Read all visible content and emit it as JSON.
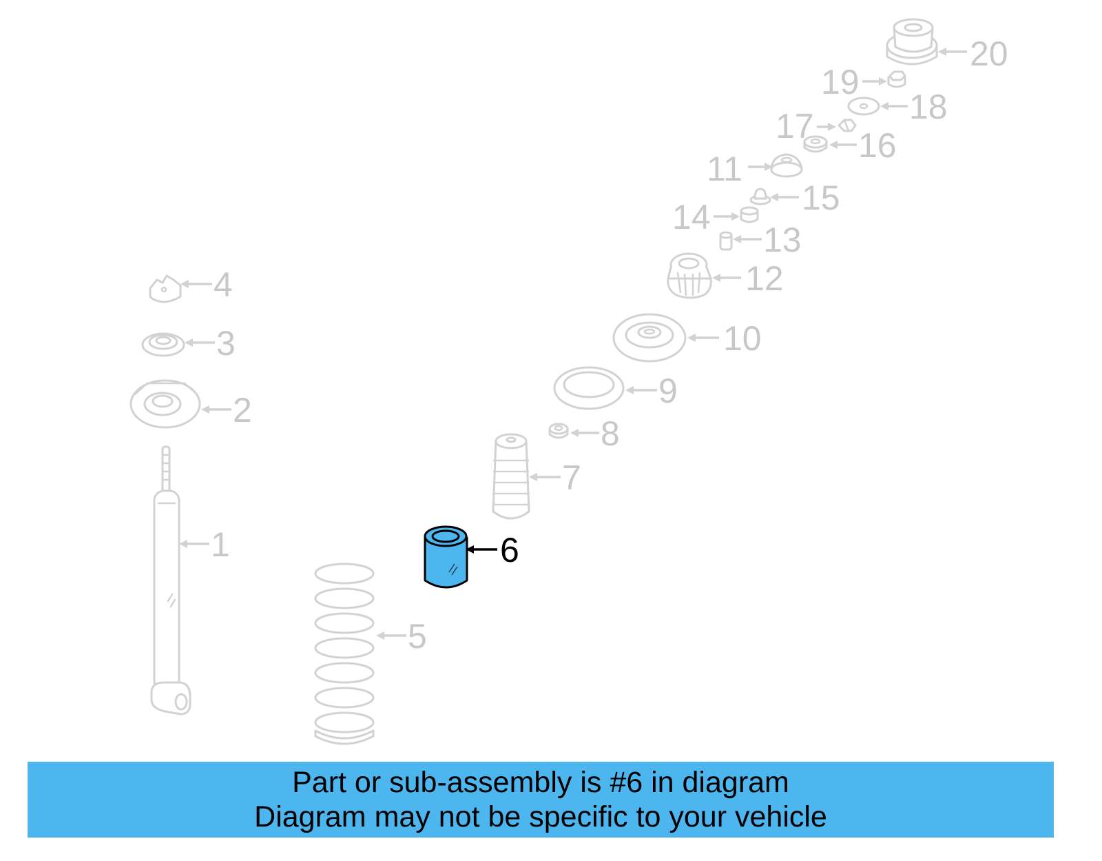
{
  "diagram": {
    "highlighted_part": "6",
    "callouts": [
      {
        "id": "1",
        "label": "1",
        "highlighted": false
      },
      {
        "id": "2",
        "label": "2",
        "highlighted": false
      },
      {
        "id": "3",
        "label": "3",
        "highlighted": false
      },
      {
        "id": "4",
        "label": "4",
        "highlighted": false
      },
      {
        "id": "5",
        "label": "5",
        "highlighted": false
      },
      {
        "id": "6",
        "label": "6",
        "highlighted": true
      },
      {
        "id": "7",
        "label": "7",
        "highlighted": false
      },
      {
        "id": "8",
        "label": "8",
        "highlighted": false
      },
      {
        "id": "9",
        "label": "9",
        "highlighted": false
      },
      {
        "id": "10",
        "label": "10",
        "highlighted": false
      },
      {
        "id": "11",
        "label": "11",
        "highlighted": false
      },
      {
        "id": "12",
        "label": "12",
        "highlighted": false
      },
      {
        "id": "13",
        "label": "13",
        "highlighted": false
      },
      {
        "id": "14",
        "label": "14",
        "highlighted": false
      },
      {
        "id": "15",
        "label": "15",
        "highlighted": false
      },
      {
        "id": "16",
        "label": "16",
        "highlighted": false
      },
      {
        "id": "17",
        "label": "17",
        "highlighted": false
      },
      {
        "id": "18",
        "label": "18",
        "highlighted": false
      },
      {
        "id": "19",
        "label": "19",
        "highlighted": false
      },
      {
        "id": "20",
        "label": "20",
        "highlighted": false
      }
    ]
  },
  "banner": {
    "line1": "Part or sub-assembly is #6 in diagram",
    "line2": "Diagram may not be specific to your vehicle"
  },
  "colors": {
    "highlight": "#4db6ef",
    "banner_background": "#4db6ef",
    "faded_part": "#d2d2d2"
  }
}
